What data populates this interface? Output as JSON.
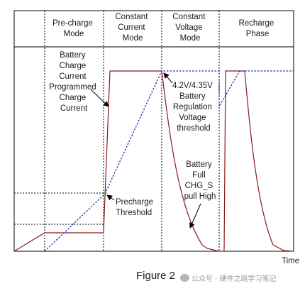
{
  "phases": {
    "precharge": [
      "Pre-charge",
      "Mode"
    ],
    "cc": [
      "Constant",
      "Current",
      "Mode"
    ],
    "cv": [
      "Constant",
      "Voltage",
      "Mode"
    ],
    "recharge": [
      "Recharge",
      "Phase"
    ]
  },
  "annotations": {
    "battery_current": [
      "Battery",
      "Charge",
      "Current",
      "Programmed",
      "Charge",
      "Current"
    ],
    "regulation": [
      "4.2V/4.35V",
      "Battery",
      "Regulation",
      "Voltage",
      "threshold"
    ],
    "full": [
      "Battery",
      "Full",
      "CHG_S",
      "pull High"
    ],
    "precharge_threshold": [
      "Precharge",
      "Threshold"
    ]
  },
  "axis": {
    "x_label": "Time"
  },
  "caption": "Figure 2",
  "watermark": "公众号 · 硬件之路学习笔记",
  "colors": {
    "current": "#8b1a1a",
    "voltage": "#1f2f9e",
    "grid": "#000000"
  }
}
